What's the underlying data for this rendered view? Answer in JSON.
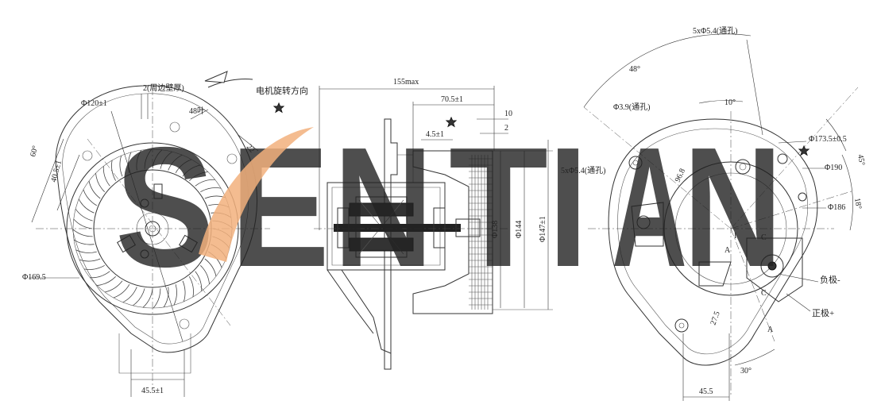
{
  "watermark": {
    "text": "SENTIAN",
    "letters": [
      "S",
      "E",
      "N",
      "T",
      "I",
      "A",
      "N"
    ],
    "color": "#7fb89a",
    "accent_color": "#f2b07c",
    "opacity": 0.8
  },
  "colors": {
    "line": "#333333",
    "mark": "#111111",
    "background": "#ffffff"
  },
  "left_view": {
    "labels": {
      "wall_thickness": "2(周边壁厚)",
      "rotation_direction": "电机旋转方向",
      "diameter_inner": "Φ120±1",
      "blade_count": "48叶",
      "angle_60": "60°",
      "offset_40": "40.5±1",
      "dim_22": "22",
      "diameter_outer": "Φ169.5",
      "bottom_width": "45.5±1"
    }
  },
  "side_view": {
    "labels": {
      "max_length": "155max",
      "length_70": "70.5±1",
      "dim_10": "10",
      "dim_4": "4.5±1",
      "dim_2": "2",
      "diameter_138": "Φ138",
      "diameter_144": "Φ144",
      "diameter_147": "Φ147±1",
      "holes": "5xΦ5.4(通孔)"
    }
  },
  "right_view": {
    "labels": {
      "holes_top": "5xΦ5.4(通孔)",
      "angle_48": "48°",
      "hole_39": "Φ3.9(通孔)",
      "angle_10": "10°",
      "diameter_173": "Φ173.5±0.5",
      "angle_45": "45°",
      "diameter_190": "Φ190",
      "angle_18": "18°",
      "diameter_186": "Φ186",
      "dim_968": "96.8",
      "dim_27": "27.5",
      "angle_30": "30°",
      "width_45": "45.5",
      "negative": "负极-",
      "positive": "正极+",
      "mark_a": "A",
      "mark_c": "C",
      "mark_i": "I"
    }
  },
  "icons": [
    "star-icon"
  ]
}
